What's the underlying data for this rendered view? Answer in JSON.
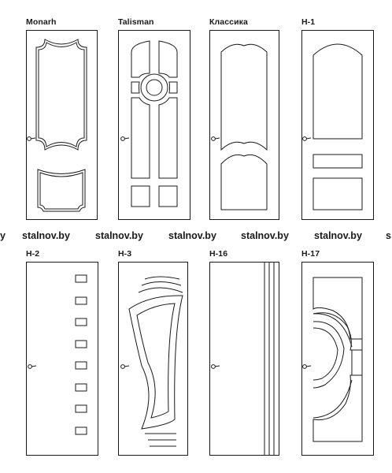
{
  "doors_row1": [
    {
      "id": "monarh",
      "label": "Monarh"
    },
    {
      "id": "talisman",
      "label": "Talisman"
    },
    {
      "id": "klassika",
      "label": "Классика"
    },
    {
      "id": "h1",
      "label": "H-1"
    }
  ],
  "doors_row2": [
    {
      "id": "h2",
      "label": "H-2"
    },
    {
      "id": "h3",
      "label": "H-3"
    },
    {
      "id": "h16",
      "label": "H-16"
    },
    {
      "id": "h17",
      "label": "H-17"
    }
  ],
  "watermark": {
    "items": [
      "y",
      "stalnov.by",
      "stalnov.by",
      "stalnov.by",
      "stalnov.by",
      "stalnov.by",
      "s"
    ]
  },
  "colors": {
    "line": "#1a1a1a",
    "background": "#ffffff"
  }
}
